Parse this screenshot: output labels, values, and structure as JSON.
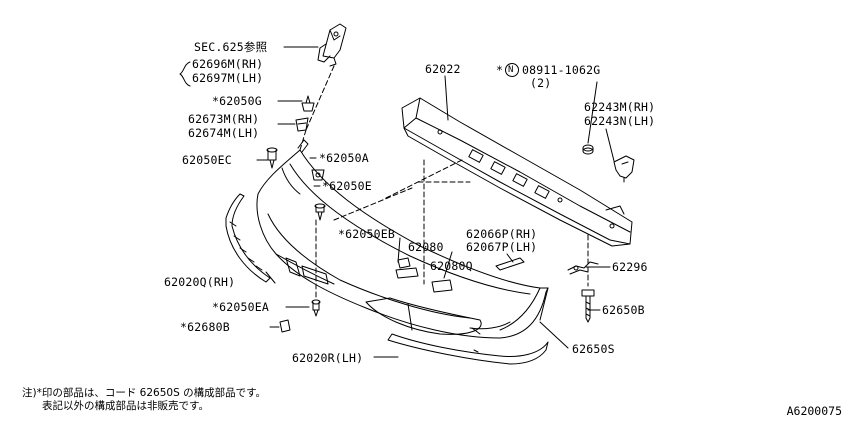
{
  "labels": {
    "sec625": "SEC.625参照",
    "p62696m": "62696M(RH)",
    "p62697m": "62697M(LH)",
    "p62050g": "*62050G",
    "p62673m": "62673M(RH)",
    "p62674m": "62674M(LH)",
    "p62050a": "*62050A",
    "p62050ec": "62050EC",
    "p62050e": "*62050E",
    "p62022": "62022",
    "bolt_star": "*",
    "bolt_n": "N",
    "bolt_code": "08911-1062G",
    "bolt_qty": "(2)",
    "p62243m": "62243M(RH)",
    "p62243n": "62243N(LH)",
    "p62050eb": "*62050EB",
    "p62080": "62080",
    "p62066p": "62066P(RH)",
    "p62067p": "62067P(LH)",
    "p62080q": "62080Q",
    "p62296": "62296",
    "p62020q": "62020Q(RH)",
    "p62050ea": "*62050EA",
    "p62650b": "62650B",
    "p62680b": "*62680B",
    "p62650s": "62650S",
    "p62020r": "62020R(LH)"
  },
  "notes": {
    "line1": "注)*印の部品は、コード 62650S の構成部品です。",
    "line2": "表記以外の構成部品は非販売です。"
  },
  "diagram_code": "A6200075"
}
